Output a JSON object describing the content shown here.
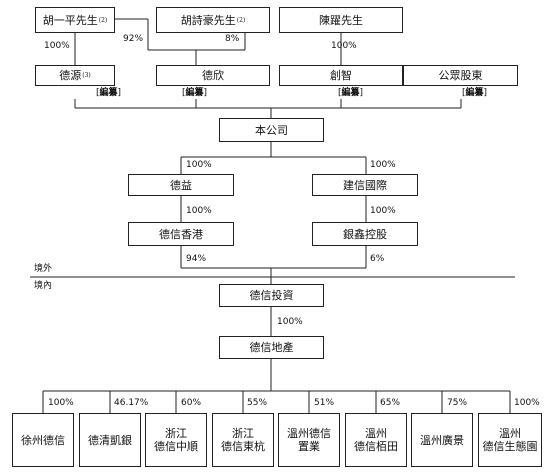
{
  "shareholders": {
    "hu_yiping": {
      "name": "胡一平先生",
      "note": "(2)"
    },
    "hu_shihao": {
      "name": "胡詩豪先生",
      "note": "(2)"
    },
    "chen_yao": {
      "name": "陳躍先生"
    },
    "deyuan": {
      "name": "德源",
      "note": "(3)"
    },
    "dexin_holder": {
      "name": "德欣"
    },
    "chuangzhi": {
      "name": "創智"
    },
    "public": {
      "name": "公眾股東"
    }
  },
  "redacted": {
    "open": "[",
    "inner": "編纂",
    "close": "]"
  },
  "company": "本公司",
  "level2": {
    "deyi": "德益",
    "jianxin": "建信國際"
  },
  "level3": {
    "dexin_hk": "德信香港",
    "yinxin": "銀鑫控股"
  },
  "regions": {
    "offshore": "境外",
    "onshore": "境內"
  },
  "dexin_invest": "德信投資",
  "dexin_property": "德信地產",
  "percentages": {
    "hu_to_deyuan": "100%",
    "hu_to_dexin": "92%",
    "hushihao_to_dexin": "8%",
    "chen_to_chuangzhi": "100%",
    "company_to_deyi": "100%",
    "company_to_jianxin": "100%",
    "deyi_to_hk": "100%",
    "jianxin_to_yinxin": "100%",
    "hk_to_invest": "94%",
    "yinxin_to_invest": "6%",
    "invest_to_property": "100%"
  },
  "subsidiaries": [
    {
      "line1": "徐州德信",
      "line2": "",
      "pct": "100%"
    },
    {
      "line1": "德清凱銀",
      "line2": "",
      "pct": "46.17%"
    },
    {
      "line1": "浙江",
      "line2": "德信中順",
      "pct": "60%"
    },
    {
      "line1": "浙江",
      "line2": "德信東杭",
      "pct": "55%"
    },
    {
      "line1": "溫州德信",
      "line2": "置業",
      "pct": "51%"
    },
    {
      "line1": "溫州",
      "line2": "德信栢田",
      "pct": "65%"
    },
    {
      "line1": "溫州廣景",
      "line2": "",
      "pct": "75%"
    },
    {
      "line1": "溫州",
      "line2": "德信生態園",
      "pct": "100%"
    }
  ]
}
